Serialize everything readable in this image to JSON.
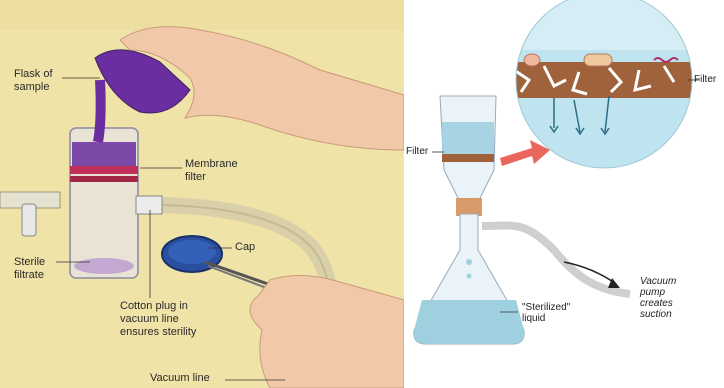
{
  "left_diagram": {
    "labels": {
      "flask": "Flask of\nsample",
      "membrane": "Membrane\nfilter",
      "cap": "Cap",
      "sterile": "Sterile\nfiltrate",
      "cotton": "Cotton plug in\nvacuum line\nensures sterility",
      "vacuum_line": "Vacuum line"
    },
    "colors": {
      "background": "#efe3a8",
      "liquid": "#6a2ea0",
      "skin": "#f2c9a8"
    }
  },
  "right_diagram": {
    "labels": {
      "filter_left": "Filter",
      "filter_right": "Filter",
      "sterilized": "\"Sterilized\"\nliquid",
      "vacuum": "Vacuum\npump\ncreates\nsuction"
    },
    "colors": {
      "liquid": "#9fd0e0",
      "inset": "#bfe3ef",
      "filter": "#a0623a",
      "arrow": "#e8665c"
    }
  }
}
